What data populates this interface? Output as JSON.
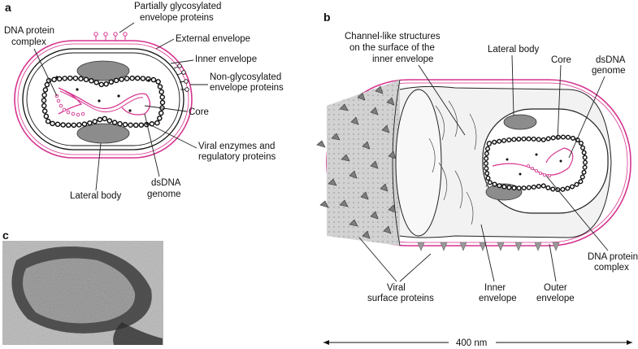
{
  "panels": {
    "a": "a",
    "b": "b",
    "c": "c"
  },
  "panel_a": {
    "partially_glycosylated_l1": "Partially glycosylated",
    "partially_glycosylated_l2": "envelope proteins",
    "dna_protein_complex_l1": "DNA protein",
    "dna_protein_complex_l2": "complex",
    "external_envelope": "External envelope",
    "inner_envelope": "Inner envelope",
    "non_glycosylated_l1": "Non-glycosylated",
    "non_glycosylated_l2": "envelope proteins",
    "core": "Core",
    "viral_enzymes_l1": "Viral enzymes and",
    "viral_enzymes_l2": "regulatory proteins",
    "dsdna_l1": "dsDNA",
    "dsdna_l2": "genome",
    "lateral_body": "Lateral body"
  },
  "panel_b": {
    "channel_l1": "Channel-like structures",
    "channel_l2": "on the surface of the",
    "channel_l3": "inner envelope",
    "lateral_body": "Lateral body",
    "core": "Core",
    "dsdna_l1": "dsDNA",
    "dsdna_l2": "genome",
    "dna_protein_l1": "DNA protein",
    "dna_protein_l2": "complex",
    "viral_surface_l1": "Viral",
    "viral_surface_l2": "surface proteins",
    "inner_envelope_l1": "Inner",
    "inner_envelope_l2": "envelope",
    "outer_envelope_l1": "Outer",
    "outer_envelope_l2": "envelope"
  },
  "scale_bar": "400 nm",
  "colors": {
    "envelope_pink": "#d6338f",
    "body_grey": "#8c8c8c",
    "micrograph_bg": "#9a9a9a"
  }
}
